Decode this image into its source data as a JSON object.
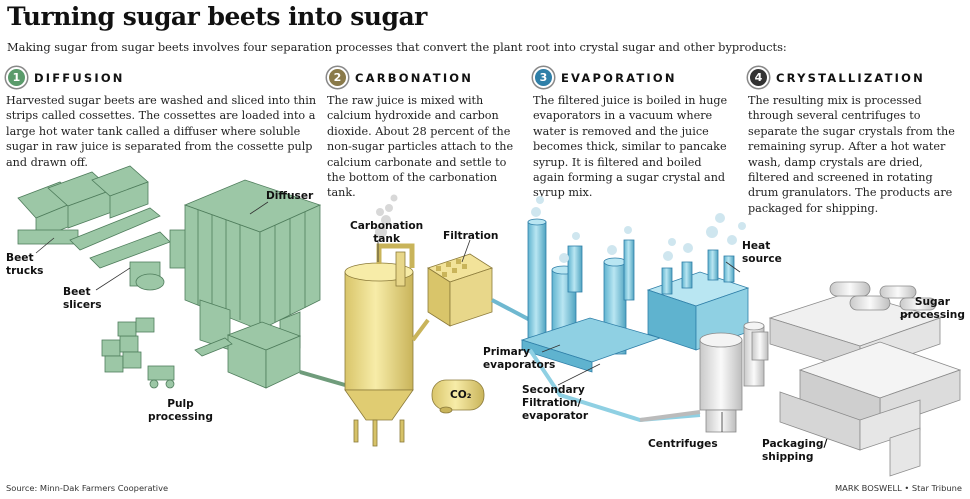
{
  "title": "Turning sugar beets into sugar",
  "subtitle": "Making sugar from sugar beets involves four separation processes that convert the plant root into crystal sugar and other byproducts:",
  "steps": [
    {
      "number": "1",
      "title": "DIFFUSION",
      "color": "#5a9b6b",
      "text": "Harvested sugar beets are washed and sliced into thin strips called cossettes. The cossettes are loaded into a large hot water tank called a diffuser where soluble sugar in raw juice is separated from the cossette pulp and drawn off."
    },
    {
      "number": "2",
      "title": "CARBONATION",
      "color": "#8a7a4a",
      "text": "The raw juice is mixed with calcium hydroxide and carbon dioxide. About 28 percent of the non-sugar particles attach to the calcium carbonate and settle to the bottom of the carbonation tank."
    },
    {
      "number": "3",
      "title": "EVAPORATION",
      "color": "#2f7fa8",
      "text": "The filtered juice is boiled in huge evaporators in a vacuum where water is removed and the juice becomes thick, similar to pancake syrup. It is filtered and boiled again forming a sugar crystal and syrup mix."
    },
    {
      "number": "4",
      "title": "CRYSTALLIZATION",
      "color": "#333333",
      "text": "The resulting mix is processed through several centrifuges to separate the sugar crystals from the remaining syrup. After a hot water wash, damp crystals are dried, filtered and screened in rotating drum granulators. The products are packaged for shipping."
    }
  ],
  "labels": {
    "beet_trucks": "Beet\ntrucks",
    "beet_slicers": "Beet\nslicers",
    "diffuser": "Diffuser",
    "pulp_processing": "Pulp\nprocessing",
    "carbonation_tank": "Carbonation\ntank",
    "filtration": "Filtration",
    "co2": "CO₂",
    "primary_evaporators": "Primary\nevaporators",
    "secondary": "Secondary\nFiltration/\nevaporator",
    "heat_source": "Heat\nsource",
    "sugar_processing": "Sugar\nprocessing",
    "centrifuges": "Centrifuges",
    "packaging": "Packaging/\nshipping"
  },
  "footer": {
    "source": "Source: Minn-Dak Farmers Cooperative",
    "credit": "MARK BOSWELL • Star Tribune"
  },
  "colors": {
    "diffusion_green": "#9cc7a6",
    "carbonation_yellow": "#f2e39a",
    "evaporation_blue": "#8fd0e3",
    "crystallization_white": "#ececec"
  }
}
